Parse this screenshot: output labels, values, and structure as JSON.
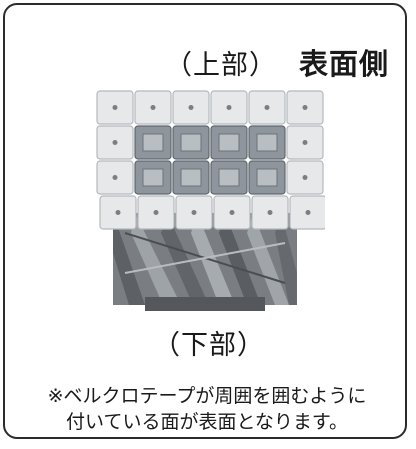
{
  "labels": {
    "top": "（上部）",
    "face": "表面側",
    "bottom": "（下部）"
  },
  "note": {
    "line1": "※ベルクロテープが周囲を囲むように",
    "line2": "付いている面が表面となります。"
  },
  "colors": {
    "border": "#2b2b2b",
    "outer_tile": "#e6e8ea",
    "inner_tile": "#8e959c",
    "fabric": "#6f7378"
  }
}
